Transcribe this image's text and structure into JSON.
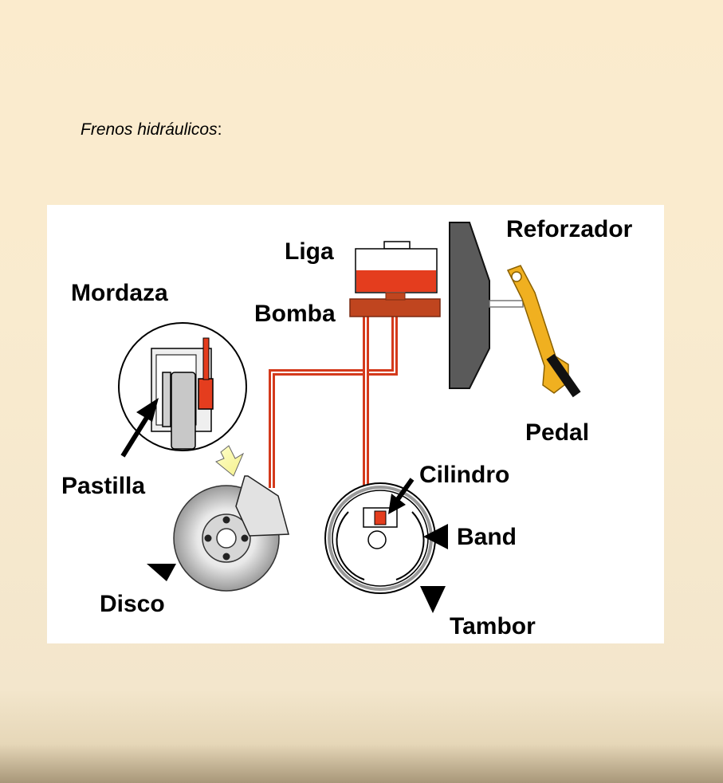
{
  "title": "Frenos hidráulicos",
  "title_suffix": ":",
  "labels": {
    "reforzador": "Reforzador",
    "liga": "Liga",
    "mordaza": "Mordaza",
    "bomba": "Bomba",
    "pedal": "Pedal",
    "cilindro": "Cilindro",
    "pastilla": "Pastilla",
    "band": "Band",
    "disco": "Disco",
    "tambor": "Tambor"
  },
  "colors": {
    "fluid": "#e43d1e",
    "pump": "#c0451f",
    "booster": "#5a5a5a",
    "pedal": "#f0b020",
    "pad": "#d9d9d9"
  },
  "icons": [
    "arrow-icon",
    "triangle-pointer-icon"
  ]
}
